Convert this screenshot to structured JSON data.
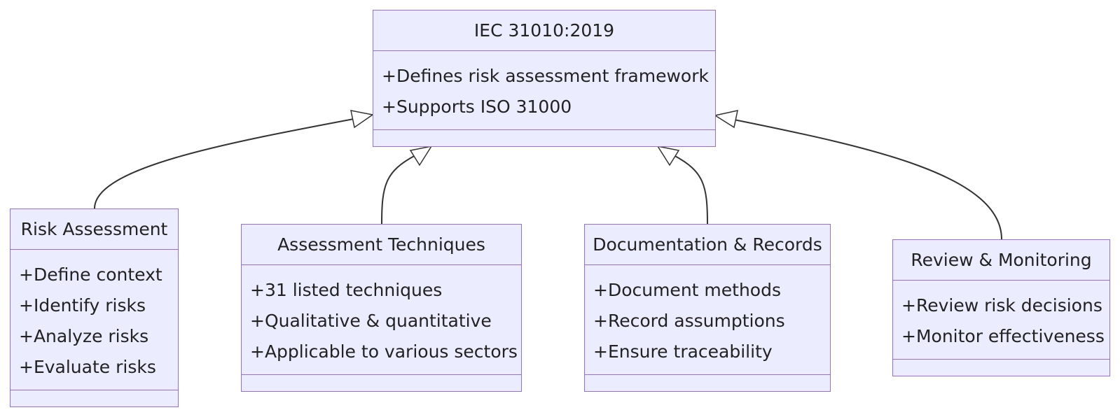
{
  "diagram": {
    "classes": [
      {
        "id": "iec",
        "title": "IEC 31010:2019",
        "attributes": [
          "+Defines risk assessment framework",
          "+Supports ISO 31000"
        ]
      },
      {
        "id": "risk",
        "title": "Risk Assessment",
        "attributes": [
          "+Define context",
          "+Identify risks",
          "+Analyze risks",
          "+Evaluate risks"
        ]
      },
      {
        "id": "tech",
        "title": "Assessment Techniques",
        "attributes": [
          "+31 listed techniques",
          "+Qualitative & quantitative",
          "+Applicable to various sectors"
        ]
      },
      {
        "id": "docs",
        "title": "Documentation & Records",
        "attributes": [
          "+Document methods",
          "+Record assumptions",
          "+Ensure traceability"
        ]
      },
      {
        "id": "review",
        "title": "Review & Monitoring",
        "attributes": [
          "+Review risk decisions",
          "+Monitor effectiveness"
        ]
      }
    ],
    "relations": [
      {
        "from": "risk",
        "to": "iec",
        "type": "inheritance"
      },
      {
        "from": "tech",
        "to": "iec",
        "type": "inheritance"
      },
      {
        "from": "docs",
        "to": "iec",
        "type": "inheritance"
      },
      {
        "from": "review",
        "to": "iec",
        "type": "inheritance"
      }
    ],
    "colors": {
      "fill": "#ececff",
      "border": "#9370db",
      "edge": "#333333",
      "text": "#222222"
    }
  }
}
